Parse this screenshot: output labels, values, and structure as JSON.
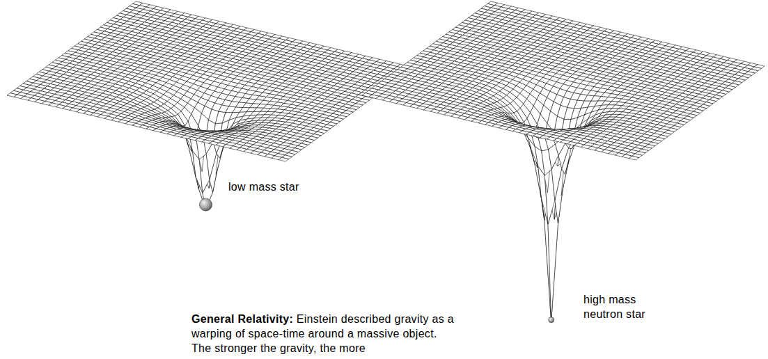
{
  "diagram": {
    "labels": [
      "low mass star",
      "high mass neutron star",
      "General Relativity:",
      "Einstein described gravity as a warping of space-time around a massive object. The stronger the gravity, the more"
    ]
  }
}
